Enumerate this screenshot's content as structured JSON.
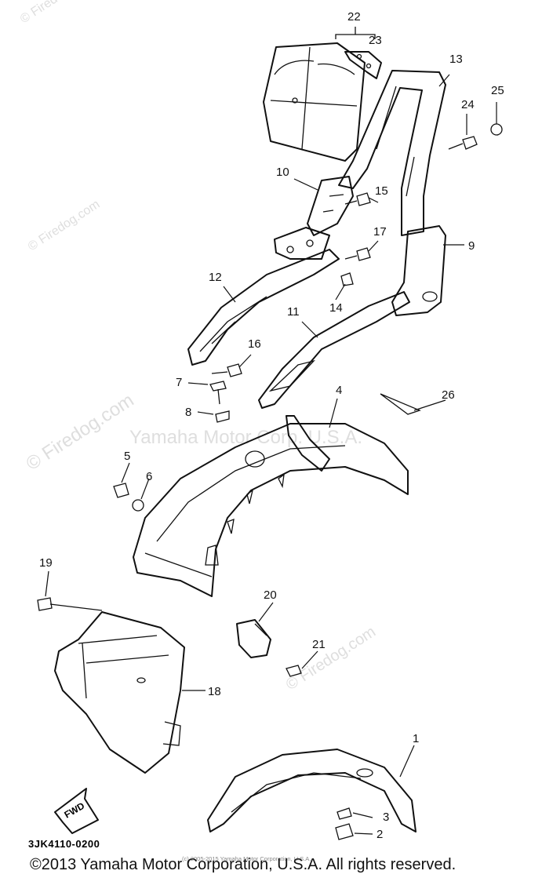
{
  "diagram": {
    "callouts": [
      "22",
      "23",
      "13",
      "25",
      "24",
      "10",
      "15",
      "9",
      "17",
      "12",
      "14",
      "11",
      "16",
      "7",
      "26",
      "4",
      "8",
      "5",
      "6",
      "19",
      "20",
      "21",
      "18",
      "1",
      "3",
      "2"
    ],
    "code": "3JK4110-0200",
    "small_credit": "(c) 2005-2015 Yamaha Motor Corporation, U.S.A.",
    "copyright": "©2013 Yamaha Motor Corporation, U.S.A. All rights reserved.",
    "fwd_label": "FWD",
    "watermarks": {
      "firedog": "© Firedog.com",
      "yamaha": "Yamaha Motor Corp. U.S.A."
    }
  }
}
